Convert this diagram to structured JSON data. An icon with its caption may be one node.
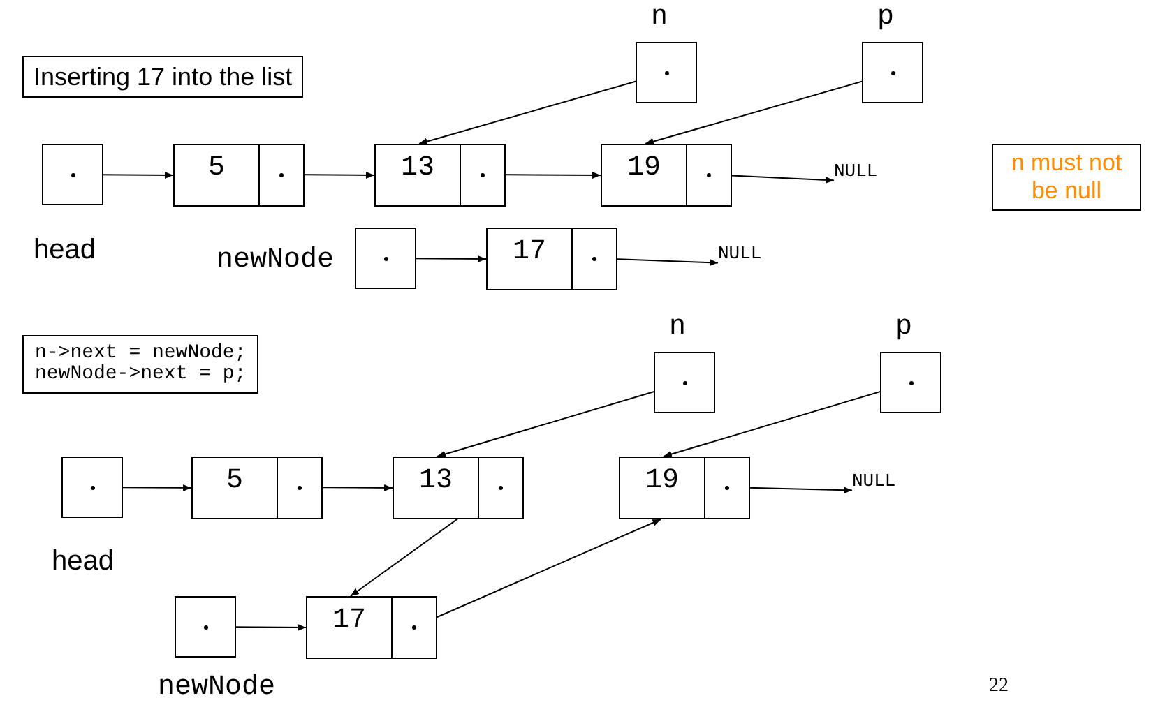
{
  "diagram": {
    "nodes": [
      {
        "text": [
          "Inserting 17 into the list"
        ]
      },
      {
        "text": [],
        "shape": "box",
        "beside": [
          "head"
        ]
      },
      {
        "text": [
          "5"
        ]
      },
      {
        "text": [
          "13"
        ]
      },
      {
        "text": [
          "19"
        ]
      },
      {
        "text": [
          "NULL"
        ]
      },
      {
        "text": [],
        "shape": "box",
        "beside": [
          "n"
        ]
      },
      {
        "text": [],
        "shape": "box",
        "beside": [
          "p"
        ]
      },
      {
        "text": [],
        "shape": "box",
        "beside": [
          "newNode"
        ]
      },
      {
        "text": [
          "17"
        ]
      },
      {
        "text": [
          "NULL"
        ]
      },
      {
        "text": [
          "n must not be null"
        ]
      },
      {
        "text": [
          "n->next = newNode; newNode->next = p;"
        ]
      },
      {
        "text": [],
        "shape": "box",
        "beside": [
          "head"
        ]
      },
      {
        "text": [
          "5"
        ]
      },
      {
        "text": [
          "13"
        ]
      },
      {
        "text": [
          "19"
        ]
      },
      {
        "text": [
          "NULL"
        ]
      },
      {
        "text": [],
        "shape": "box",
        "beside": [
          "n"
        ]
      },
      {
        "text": [],
        "shape": "box",
        "beside": [
          "p"
        ]
      },
      {
        "text": [],
        "shape": "box",
        "beside": [
          "newNode"
        ]
      },
      {
        "text": [
          "17"
        ]
      }
    ],
    "edges": [
      {
        "from": 1,
        "to": 2,
        "arrow": "to"
      },
      {
        "from": 2,
        "to": 3,
        "arrow": "to"
      },
      {
        "from": 3,
        "to": 4,
        "arrow": "to"
      },
      {
        "from": 4,
        "to": 5,
        "arrow": "to"
      },
      {
        "from": 6,
        "to": 3,
        "arrow": "to"
      },
      {
        "from": 7,
        "to": 4,
        "arrow": "to"
      },
      {
        "from": 8,
        "to": 9,
        "arrow": "to"
      },
      {
        "from": 9,
        "to": 10,
        "arrow": "to"
      },
      {
        "from": 13,
        "to": 14,
        "arrow": "to"
      },
      {
        "from": 14,
        "to": 15,
        "arrow": "to"
      },
      {
        "from": 16,
        "to": 17,
        "arrow": "to"
      },
      {
        "from": 18,
        "to": 15,
        "arrow": "to"
      },
      {
        "from": 19,
        "to": 16,
        "arrow": "to"
      },
      {
        "from": 15,
        "to": 21,
        "arrow": "to"
      },
      {
        "from": 21,
        "to": 16,
        "arrow": "to"
      },
      {
        "from": 20,
        "to": 21,
        "arrow": "to"
      }
    ],
    "labels": [
      "22"
    ]
  }
}
